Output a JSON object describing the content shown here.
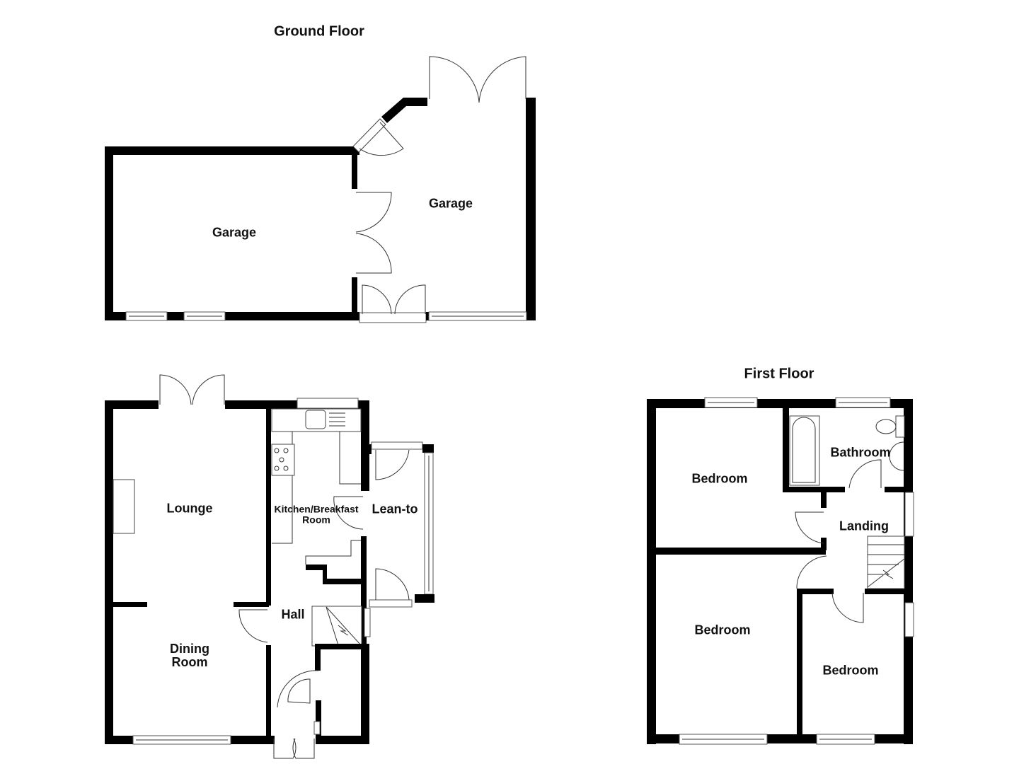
{
  "floors": [
    {
      "title": "Ground Floor",
      "rooms": [
        {
          "name": "Garage"
        },
        {
          "name": "Garage"
        },
        {
          "name": "Lounge"
        },
        {
          "name": "Dining\nRoom"
        },
        {
          "name": "Kitchen/Breakfast\nRoom"
        },
        {
          "name": "Lean-to"
        },
        {
          "name": "Hall"
        }
      ]
    },
    {
      "title": "First Floor",
      "rooms": [
        {
          "name": "Bedroom"
        },
        {
          "name": "Bathroom"
        },
        {
          "name": "Landing"
        },
        {
          "name": "Bedroom"
        },
        {
          "name": "Bedroom"
        }
      ]
    }
  ],
  "colors": {
    "wall": "#000000",
    "background": "#ffffff",
    "text": "#111111"
  }
}
